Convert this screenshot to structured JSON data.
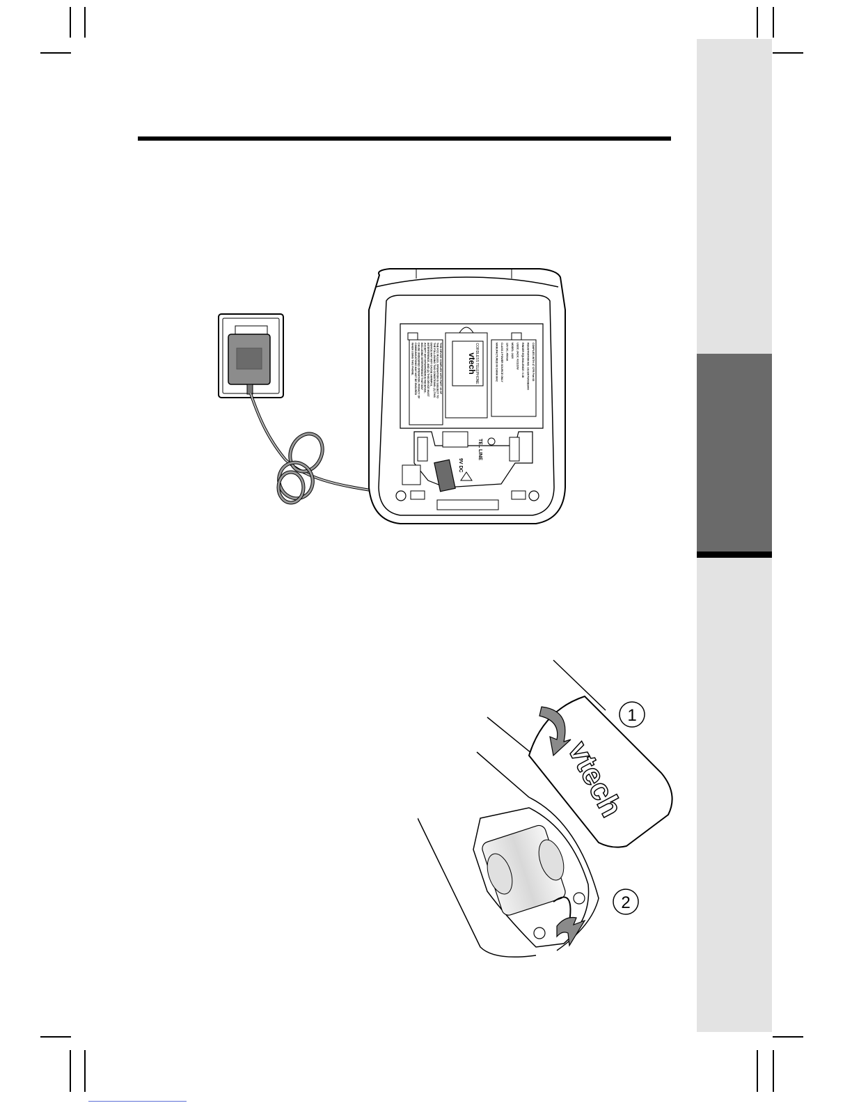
{
  "colors": {
    "side_tab_light": "#e3e3e3",
    "side_tab_dark": "#6a6a6a",
    "rule": "#000000"
  },
  "base_illustration": {
    "brand": "vtech",
    "product": "CORDLESS TELEPHONE",
    "tel_line_label": "TEL LINE",
    "power_label": "9V DC",
    "left_sticker_lines": [
      "THIS DEVICE COMPLIES WITH PART 15 OF",
      "THE FCC RULES. OPERATION IS SUBJECT TO",
      "THE FOLLOWING TWO CONDITIONS: (1) THIS",
      "DEVICE MAY NOT CAUSE HARMFUL",
      "INTERFERENCE, AND (2) THIS DEVICE MUST",
      "ACCEPT ANY INTERFERENCE RECEIVED,",
      "INCLUDING INTERFERENCE THAT MAY",
      "CAUSE UNDESIRED OPERATION. PRIVACY OF",
      "COMMUNICATIONS MAY NOT BE ENSURED",
      "WHEN USING THIS PHONE."
    ],
    "right_sticker_lines": [
      "COMPLIES WITH 47 CFR Part 68",
      "REGISTRATION NO. US:EW7WI03B2400",
      "RINGER EQUIVALENCE: 0.1B",
      "USOC JACK: RJ11C/W",
      "MODEL: 2420",
      "12V DC, 450mA",
      "CLASS 2 POWER SOURCE ONLY",
      "MANUFACTURED IN CHINA    MAC"
    ]
  },
  "handset_illustration": {
    "brand": "vtech",
    "step_1": "1",
    "step_2": "2"
  }
}
